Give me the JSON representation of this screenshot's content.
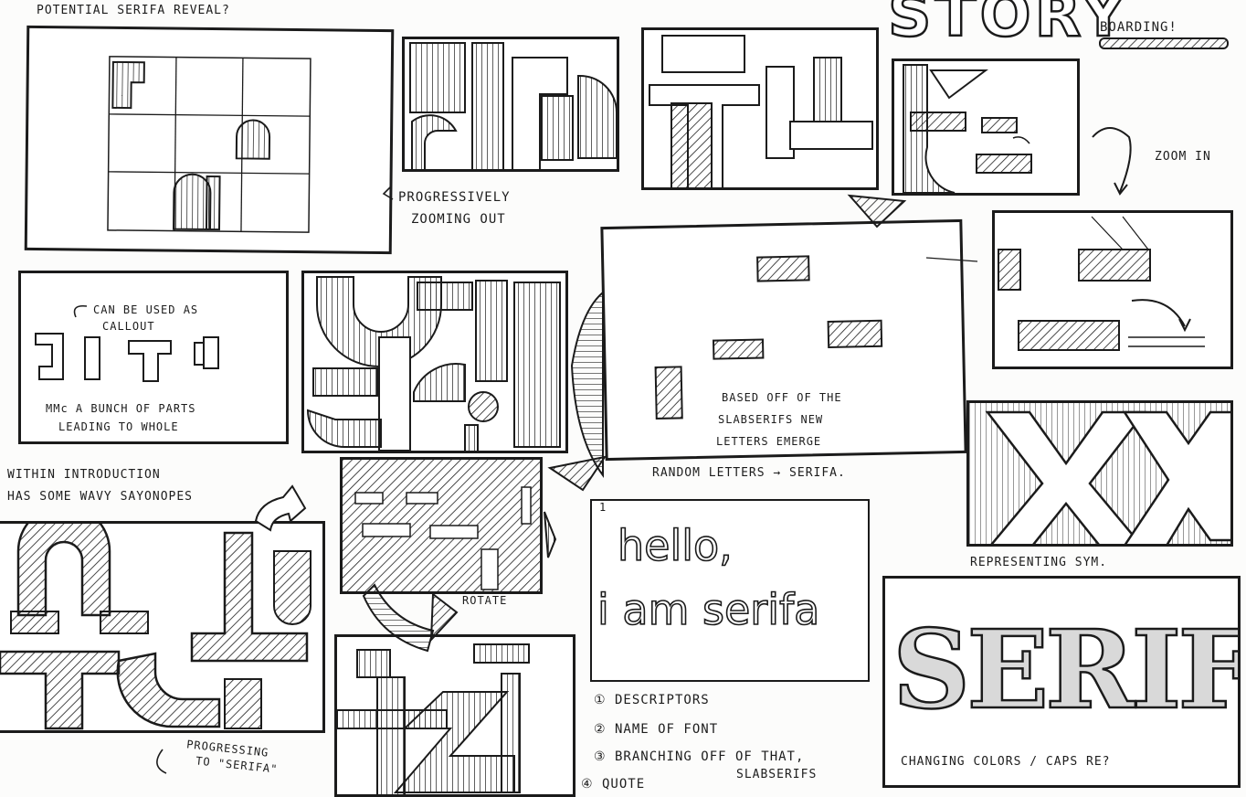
{
  "title": {
    "main": "STORY",
    "sub": "BOARDING!"
  },
  "notes": {
    "reveal": "POTENTIAL SERIFA REVEAL?",
    "zoom_out_1": "PROGRESSIVELY",
    "zoom_out_2": "ZOOMING OUT",
    "zoom_in": "ZOOM IN",
    "callout_1": "CAN BE USED AS",
    "callout_2": "CALLOUT",
    "parts_1": "MMc A BUNCH OF PARTS",
    "parts_2": "LEADING TO WHOLE",
    "slab_1": "BASED OFF OF THE",
    "slab_2": "SLABSERIFS NEW",
    "slab_3": "LETTERS EMERGE",
    "random": "RANDOM LETTERS → SERIFA.",
    "intro_1": "WITHIN INTRODUCTION",
    "intro_2": "HAS SOME WAVY SAYONOPES",
    "rotate": "ROTATE",
    "progressing_1": "PROGRESSING",
    "progressing_2": "TO \"SERIFA\"",
    "representing": "REPRESENTING SYM.",
    "changing": "CHANGING COLORS / CAPS RE?",
    "panel_number": "1"
  },
  "hello_panel": {
    "line1": "hello,",
    "line2": "i am serifa"
  },
  "serif_word": "SERIF",
  "list": {
    "items": [
      "① DESCRIPTORS",
      "② NAME OF FONT",
      "③ BRANCHING OFF OF THAT,",
      "④ QUOTE"
    ],
    "continuation": "SLABSERIFS"
  }
}
